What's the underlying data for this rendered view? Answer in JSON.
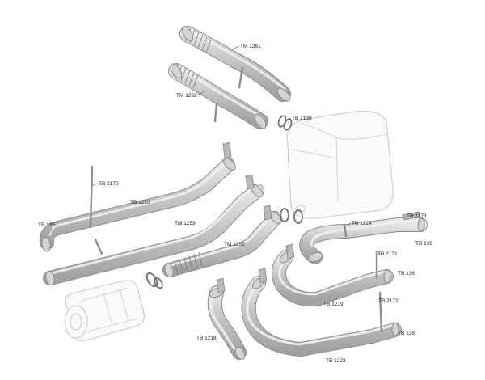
{
  "parts": {
    "tm1261": "TM 1261",
    "tm1232": "TM 1232",
    "tb2138": "TB 2138",
    "tb2170": "TB 2170",
    "tb1220": "TB 1220",
    "tb135": "TB 135",
    "tm1253": "TM 1253",
    "tm1252": "TM 1252",
    "tb1224": "TB 1224",
    "tb2173": "TB 2173",
    "tb139": "TB 139",
    "tb2171": "TB 2171",
    "tb136": "TB 136",
    "tb1219": "TB 1219",
    "tb2172": "TB 2172",
    "tb138": "TB 138",
    "tb1218": "TB 1218",
    "tb1223": "TB 1223"
  },
  "colors": {
    "pipe_metal": "#bdbdbd",
    "pipe_edge": "#8c8c8c",
    "bellows": "#a9a9a9",
    "ghost_outline": "#c9c9c9",
    "label_text": "#222222"
  }
}
